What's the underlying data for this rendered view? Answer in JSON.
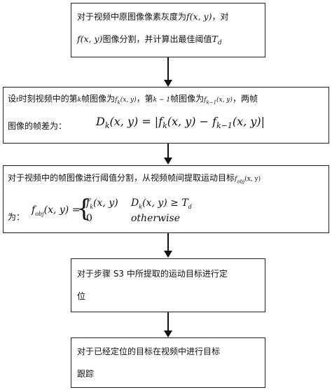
{
  "step1": {
    "line1_text": "对于视频中原图像像素灰度为",
    "line1_func": "f(x, y)",
    "line1_tail": "，对",
    "line2_func": "f(x, y)",
    "line2_text": "图像分割，并计算出最佳阈值",
    "line2_var": "T",
    "line2_sub": "d"
  },
  "step2": {
    "p1": "设",
    "t": "t",
    "p2": "时刻视频中的第",
    "k": "k",
    "p3": "帧图像为",
    "fk": "f",
    "fk_sub": "k",
    "fk_args": "(x, y)",
    "p4": "，第",
    "km1": "k − 1",
    "p5": "帧图像为",
    "fkm1": "f",
    "fkm1_sub": "k−1",
    "fkm1_args": "(x, y)",
    "p6": "，两帧",
    "line2_text": "图像的帧差为：",
    "formula": "Dk(x, y) = |fk(x, y) − fk−1(x, y)|",
    "D": "D",
    "D_sub": "k",
    "args": "(x, y) = ",
    "abs_open": "|",
    "f1": "f",
    "f1_sub": "k",
    "f1_args": "(x, y) − ",
    "f2": "f",
    "f2_sub": "k−1",
    "f2_args": "(x, y)",
    "abs_close": "|"
  },
  "step3": {
    "line1_text": "对于视频中的帧图像进行阈值分割，从视频帧间提取运动目标",
    "fobj": "f",
    "fobj_sub": "obj",
    "fobj_args": "(x, y)",
    "lead": "为：",
    "lhs": "(x, y) =",
    "case1_f": "f",
    "case1_sub": "k",
    "case1_args": "(x, y)",
    "case1_D": "D",
    "case1_Dsub": "k",
    "case1_cond": "(x, y) ≥ T",
    "case1_Tsub": "d",
    "case2_val": "0",
    "case2_cond": "otherwise"
  },
  "step4": {
    "line1": "对于步骤 S3 中所提取的运动目标进行定",
    "line2": "位"
  },
  "step5": {
    "line1": "对于已经定位的目标在视频中进行目标",
    "line2": "跟踪"
  }
}
